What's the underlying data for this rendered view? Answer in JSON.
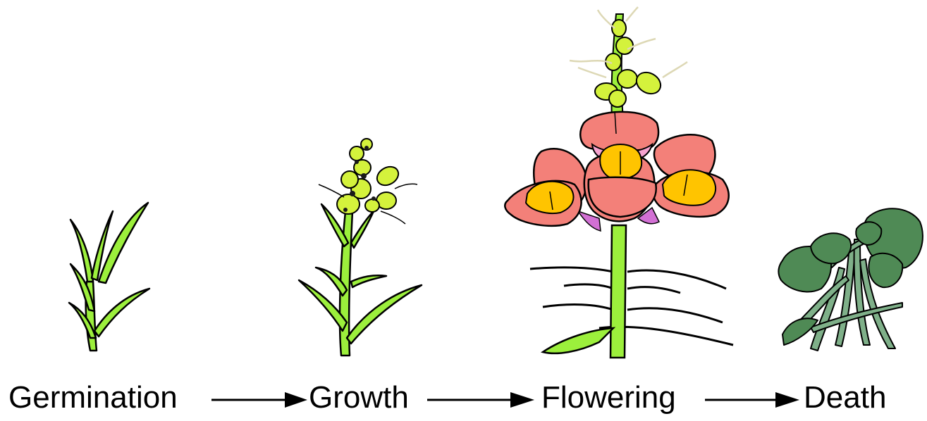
{
  "stages": [
    {
      "label": "Germination"
    },
    {
      "label": "Growth"
    },
    {
      "label": "Flowering"
    },
    {
      "label": "Death"
    }
  ],
  "colors": {
    "leaf_green": "#9cef3c",
    "bud_yellow_green": "#d4f23c",
    "flower_pink": "#f38079",
    "flower_light_pink": "#f6a3cf",
    "flower_yellow": "#ffc400",
    "flower_magenta": "#d270d4",
    "dead_leaf": "#4f8a55",
    "dead_stem": "#7fb089",
    "outline": "#000000",
    "arrow": "#000000",
    "filament": "#eae7c8"
  },
  "icons": [
    "seedling-icon",
    "growing-plant-icon",
    "snapdragon-flower-icon",
    "wilted-plant-icon"
  ]
}
